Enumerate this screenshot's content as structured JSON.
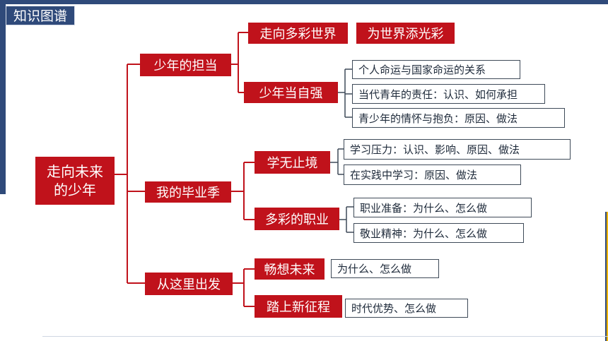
{
  "header": {
    "title": "知识图谱"
  },
  "root": {
    "line1": "走向未来",
    "line2": "的少年"
  },
  "branches": [
    {
      "label": "少年的担当",
      "subs": [
        {
          "label": "走向多彩世界",
          "leaves": [
            "为世界添光彩"
          ]
        },
        {
          "label": "少年当自强",
          "leaves": [
            "个人命运与国家命运的关系",
            "当代青年的责任：认识、如何承担",
            "青少年的情怀与抱负：原因、做法"
          ]
        }
      ]
    },
    {
      "label": "我的毕业季",
      "subs": [
        {
          "label": "学无止境",
          "leaves": [
            "学习压力：认识、影响、原因、做法",
            "在实践中学习：原因、做法"
          ]
        },
        {
          "label": "多彩的职业",
          "leaves": [
            "职业准备：为什么、怎么做",
            "敬业精神：为什么、怎么做"
          ]
        }
      ]
    },
    {
      "label": "从这里出发",
      "subs": [
        {
          "label": "畅想未来",
          "leaves": [
            "为什么、怎么做"
          ]
        },
        {
          "label": "踏上新征程",
          "leaves": [
            "时代优势、怎么做"
          ]
        }
      ]
    }
  ],
  "colors": {
    "node": "#c0121b",
    "frame": "#2f4a7a",
    "leaf_border": "#3e4a58",
    "accent": "#f0b400"
  }
}
